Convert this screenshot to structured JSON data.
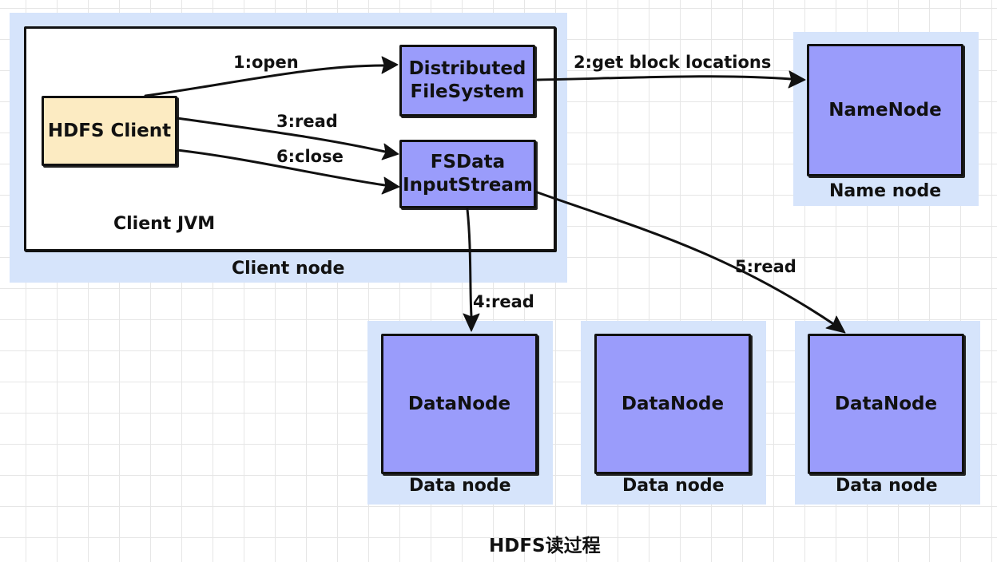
{
  "regions": {
    "client_node": "Client node",
    "client_jvm": "Client JVM",
    "name_node": "Name node",
    "data_node_1": "Data node",
    "data_node_2": "Data node",
    "data_node_3": "Data node"
  },
  "nodes": {
    "hdfs_client": "HDFS Client",
    "distributed_fs_line1": "Distributed",
    "distributed_fs_line2": "FileSystem",
    "fsdata_line1": "FSData",
    "fsdata_line2": "InputStream",
    "namenode": "NameNode",
    "datanode_1": "DataNode",
    "datanode_2": "DataNode",
    "datanode_3": "DataNode"
  },
  "edges": {
    "open": "1:open",
    "get_block_locations": "2:get block locations",
    "read_3": "3:read",
    "read_4": "4:read",
    "read_5": "5:read",
    "close_6": "6:close"
  },
  "caption": "HDFS读过程",
  "colors": {
    "region_fill": "#d6e4fb",
    "node_fill": "#9a9cfb",
    "client_fill": "#fcebc2",
    "stroke": "#111111"
  }
}
